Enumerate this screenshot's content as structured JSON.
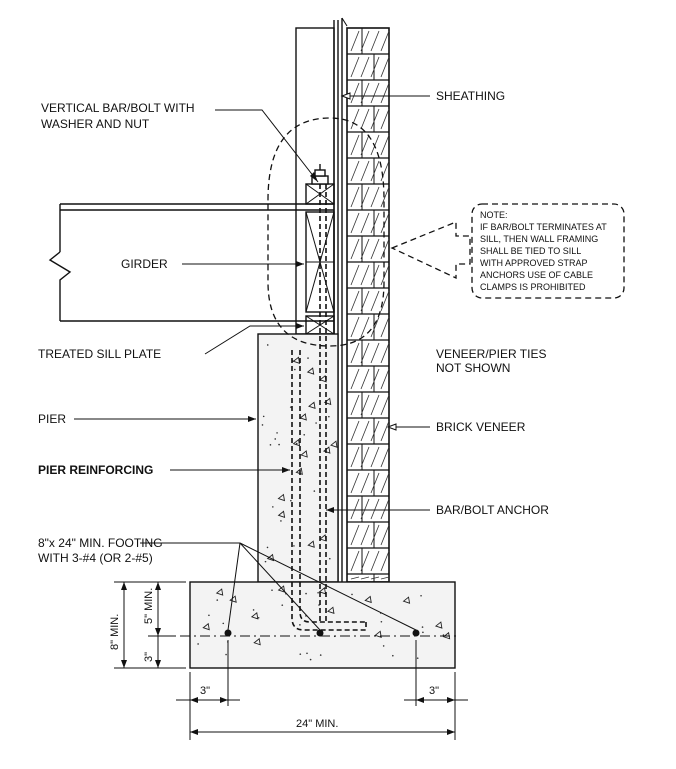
{
  "labels": {
    "vertical_bar_line1": "VERTICAL BAR/BOLT WITH",
    "vertical_bar_line2": "WASHER AND NUT",
    "sheathing": "SHEATHING",
    "girder": "GIRDER",
    "treated_sill": "TREATED SILL PLATE",
    "veneer_ties_line1": "VENEER/PIER TIES",
    "veneer_ties_line2": "NOT SHOWN",
    "pier": "PIER",
    "brick_veneer": "BRICK VENEER",
    "pier_reinforcing": "PIER REINFORCING",
    "bar_bolt_anchor": "BAR/BOLT ANCHOR",
    "footing_line1": "8\"x 24\" MIN. FOOTING",
    "footing_line2": "WITH 3-#4 (OR 2-#5)"
  },
  "note": {
    "line1": "NOTE:",
    "line2": "IF BAR/BOLT TERMINATES AT",
    "line3": "SILL, THEN WALL FRAMING",
    "line4": "SHALL BE TIED TO SILL",
    "line5": "WITH APPROVED STRAP",
    "line6": "ANCHORS USE OF CABLE",
    "line7": "CLAMPS IS PROHIBITED"
  },
  "dimensions": {
    "footing_depth": "8\" MIN.",
    "cover_top": "5\" MIN.",
    "cover_bottom": "3\"",
    "edge_left": "3\"",
    "edge_right": "3\"",
    "footing_width": "24\" MIN."
  }
}
